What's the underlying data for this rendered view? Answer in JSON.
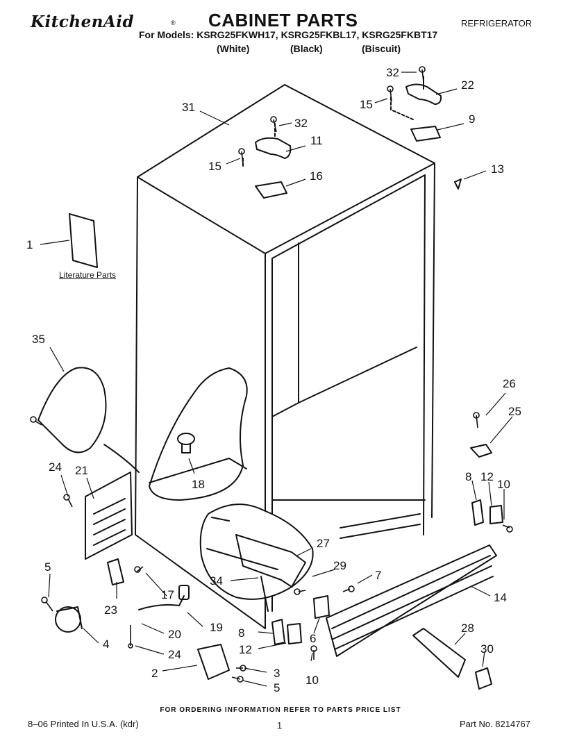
{
  "header": {
    "brand": "KitchenAid",
    "brand_mark": "®",
    "title": "CABINET PARTS",
    "appliance": "REFRIGERATOR",
    "models_line": "For Models: KSRG25FKWH17, KSRG25FKBL17, KSRG25FKBT17",
    "colors": [
      "(White)",
      "(Black)",
      "(Biscuit)"
    ]
  },
  "labels": {
    "literature_parts": "Literature Parts"
  },
  "callouts": [
    "1",
    "2",
    "3",
    "4",
    "5",
    "5",
    "6",
    "7",
    "8",
    "8",
    "9",
    "10",
    "10",
    "11",
    "12",
    "12",
    "13",
    "14",
    "15",
    "15",
    "16",
    "17",
    "18",
    "19",
    "20",
    "21",
    "22",
    "23",
    "24",
    "24",
    "25",
    "26",
    "27",
    "28",
    "29",
    "30",
    "31",
    "32",
    "32",
    "34",
    "35"
  ],
  "footer": {
    "ordering_note": "FOR ORDERING INFORMATION REFER TO PARTS PRICE LIST",
    "print_info": "8–06 Printed In U.S.A. (kdr)",
    "page_number": "1",
    "part_number": "Part No. 8214767"
  }
}
